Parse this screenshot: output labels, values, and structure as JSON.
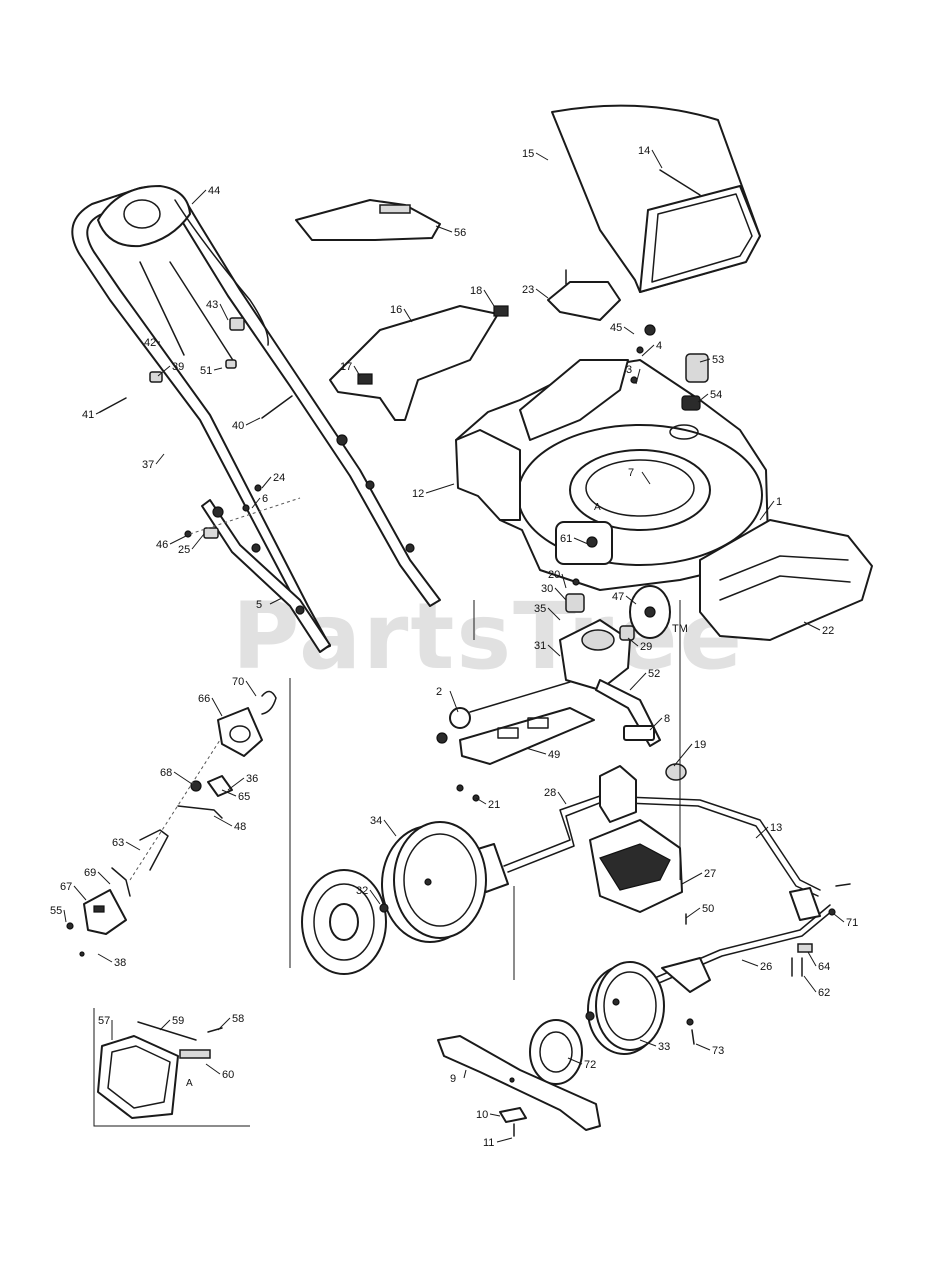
{
  "watermark": {
    "text": "PartsTree",
    "trademark": "TM"
  },
  "diagram": {
    "subject": "walk-behind lawn mower exploded parts view",
    "inset_box_letter": "A",
    "deck_marker_letter": "A"
  },
  "callouts": [
    "1",
    "2",
    "3",
    "4",
    "5",
    "6",
    "7",
    "8",
    "9",
    "10",
    "11",
    "12",
    "13",
    "14",
    "15",
    "16",
    "17",
    "18",
    "19",
    "20",
    "21",
    "22",
    "23",
    "24",
    "25",
    "26",
    "27",
    "28",
    "29",
    "30",
    "31",
    "32",
    "33",
    "34",
    "35",
    "36",
    "37",
    "38",
    "39",
    "40",
    "41",
    "42",
    "43",
    "44",
    "45",
    "46",
    "47",
    "48",
    "49",
    "50",
    "51",
    "52",
    "53",
    "54",
    "55",
    "56",
    "57",
    "58",
    "59",
    "60",
    "61",
    "62",
    "63",
    "64",
    "65",
    "66",
    "67",
    "68",
    "69",
    "70",
    "71",
    "72",
    "73"
  ]
}
